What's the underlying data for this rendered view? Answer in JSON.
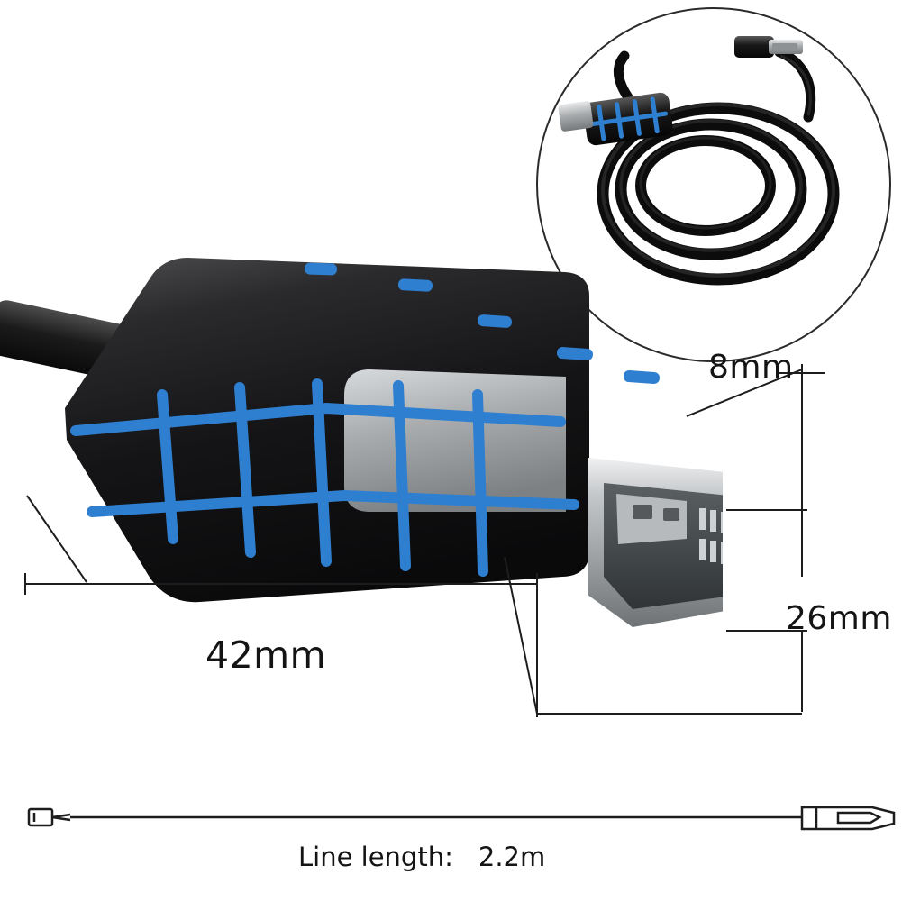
{
  "image": {
    "subject": "hdmi-cable-product-dimension-photo",
    "background_color": "#ffffff"
  },
  "dimensions": {
    "body_length": "42mm",
    "connector_thickness": "8mm",
    "connector_height": "26mm"
  },
  "cable": {
    "length_label": "Line length:",
    "length_value": "2.2m"
  },
  "colors": {
    "accent_blue": "#2f7fd0",
    "shell_black": "#161616",
    "metal_silver": "#b9bcbe",
    "label_text": "#141414",
    "leader_line": "#1d1d1d"
  },
  "inset": {
    "caption": "",
    "description": "coiled-cable-photo"
  }
}
